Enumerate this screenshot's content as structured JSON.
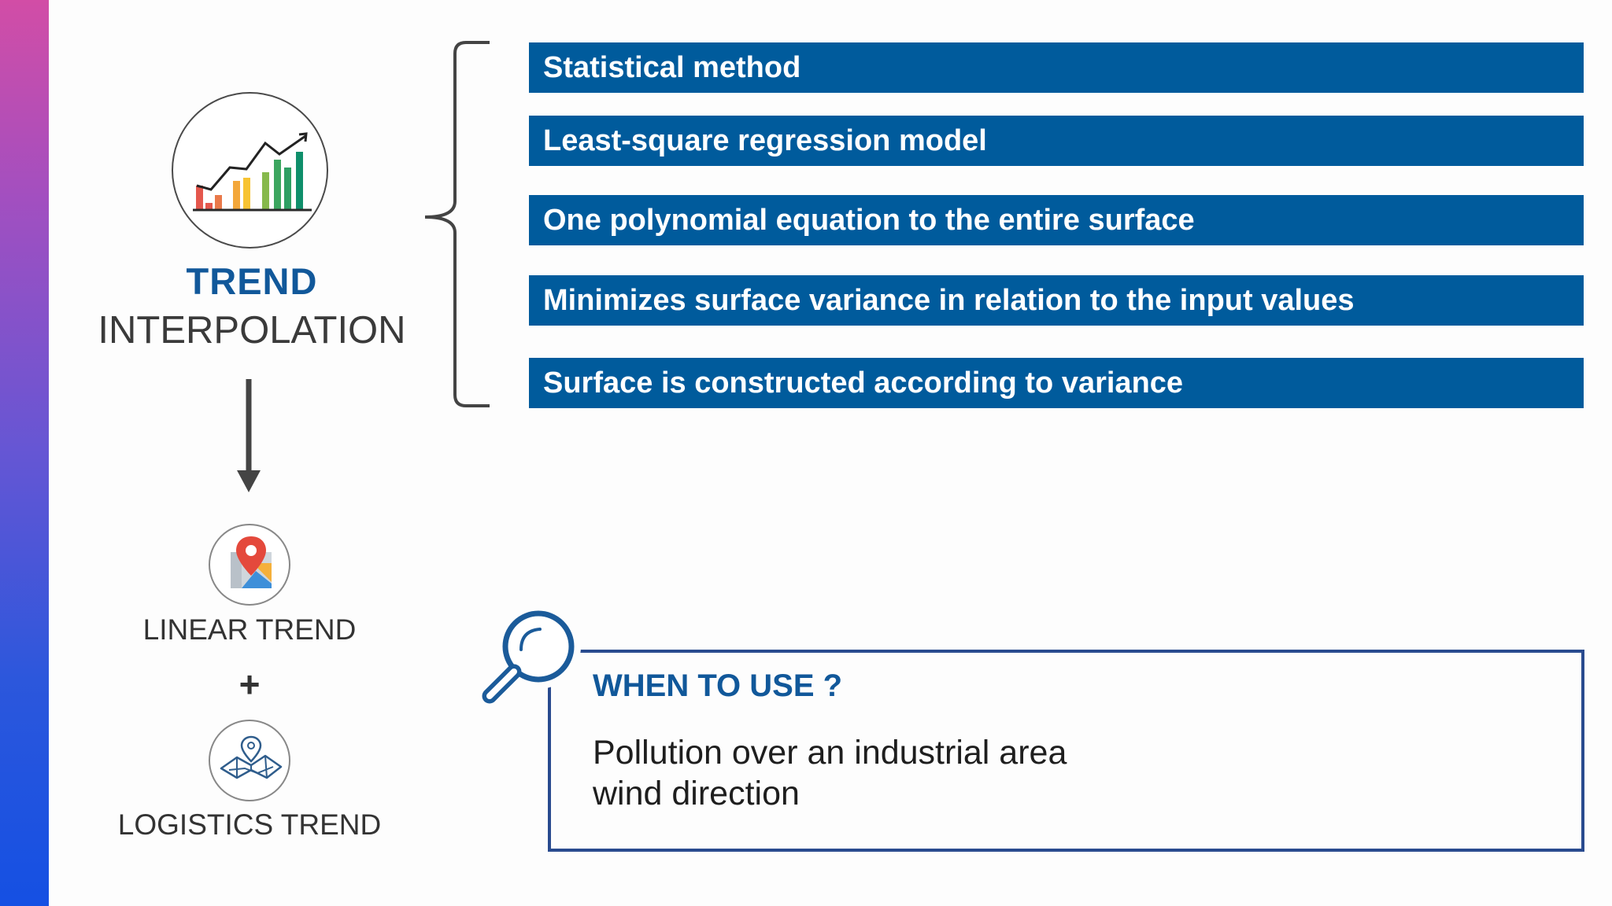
{
  "left_panel": {
    "title_strong": "TREND",
    "title_light": "INTERPOLATION",
    "linear_label": "LINEAR TREND",
    "plus_sign": "+",
    "logistics_label": "LOGISTICS TREND"
  },
  "characteristics": [
    "Statistical method",
    "Least-square regression model",
    "One polynomial equation to the entire surface",
    "Minimizes surface variance in relation to the input values",
    "Surface is constructed according to variance"
  ],
  "when_to_use": {
    "title": "WHEN TO USE ?",
    "lines": [
      "Pollution over an industrial area",
      "wind direction"
    ]
  },
  "colors": {
    "bar_fill": "#005b9c",
    "title_blue": "#11589a",
    "box_border": "#294b8f"
  },
  "icons": {
    "trend": "bar-chart-trend-icon",
    "linear": "map-pin-icon",
    "logistics": "folded-map-icon",
    "search": "magnifier-icon"
  }
}
